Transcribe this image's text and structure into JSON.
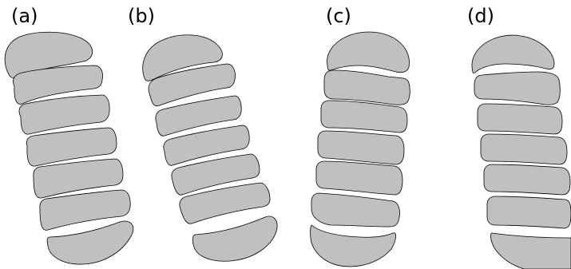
{
  "colors": {
    "segment_fill": "#c0c0c0",
    "segment_stroke": "#000000",
    "background": "#ffffff"
  },
  "panels": [
    {
      "label": "(a)"
    },
    {
      "label": "(b)"
    },
    {
      "label": "(c)"
    },
    {
      "label": "(d)"
    }
  ]
}
